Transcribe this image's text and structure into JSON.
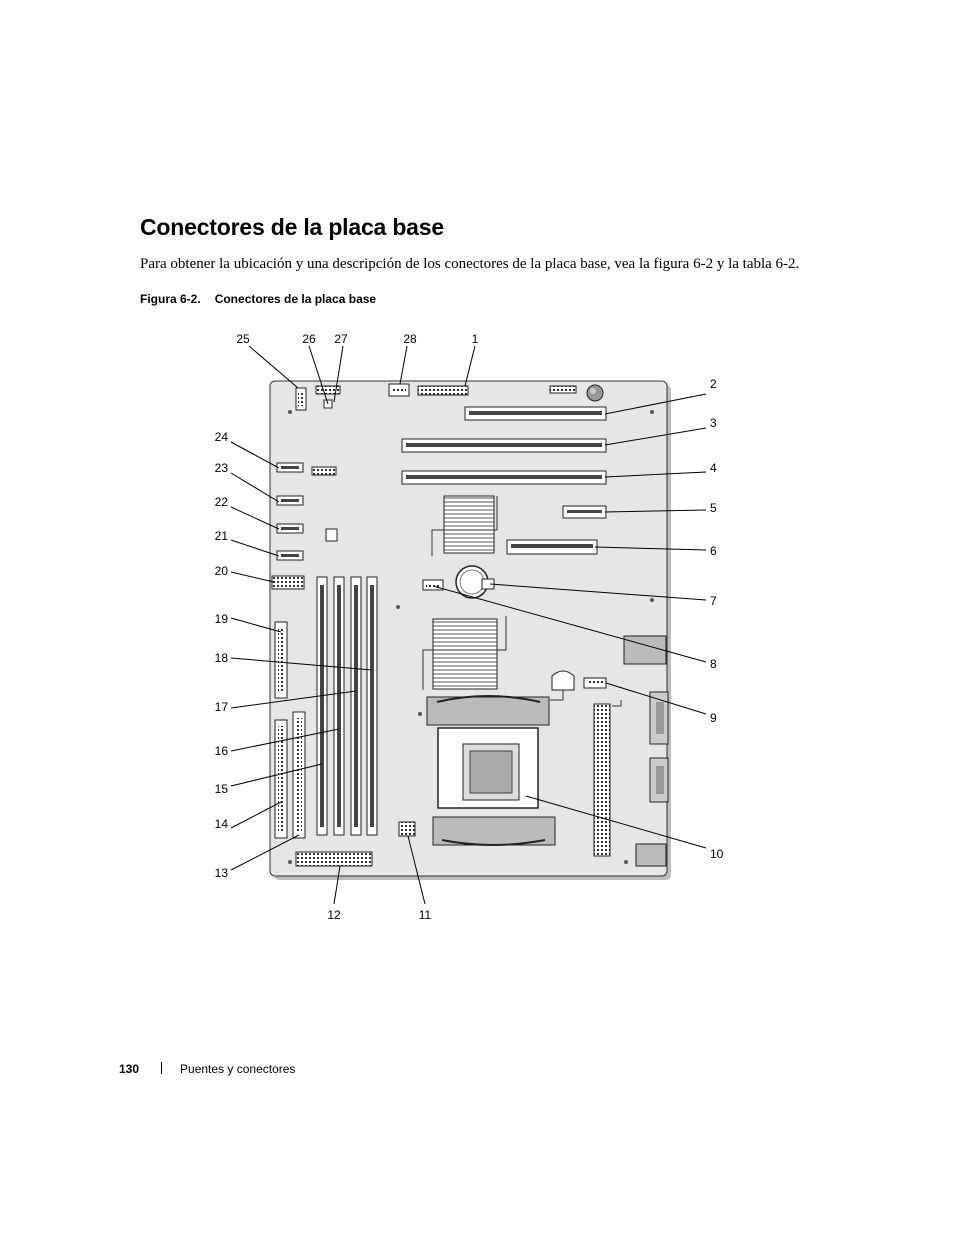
{
  "page": {
    "title": "Conectores de la placa base",
    "intro": "Para obtener la ubicación y una descripción de los conectores de la placa base, vea la figura 6-2 y la tabla 6-2.",
    "figure_number": "Figura 6-2.",
    "figure_title": "Conectores de la placa base"
  },
  "callouts": [
    "1",
    "2",
    "3",
    "4",
    "5",
    "6",
    "7",
    "8",
    "9",
    "10",
    "11",
    "12",
    "13",
    "14",
    "15",
    "16",
    "17",
    "18",
    "19",
    "20",
    "21",
    "22",
    "23",
    "24",
    "25",
    "26",
    "27",
    "28"
  ],
  "footer": {
    "page_number": "130",
    "section": "Puentes y conectores"
  }
}
